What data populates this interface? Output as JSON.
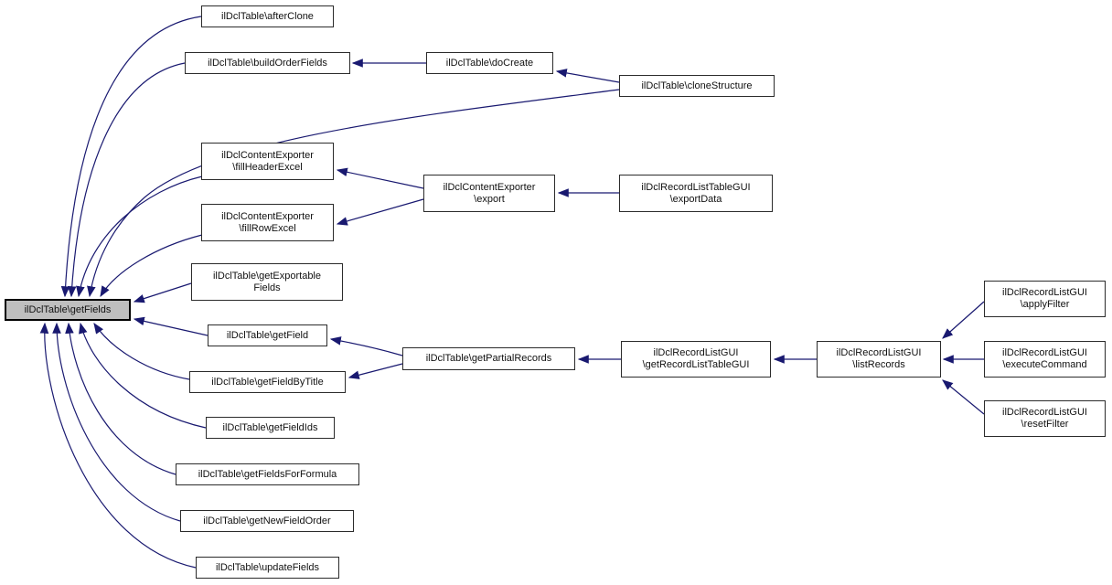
{
  "diagram": {
    "type": "caller-graph",
    "focus_function": "ilDclTable\\getFields",
    "colors": {
      "edge": "#191970",
      "node_fill": "#ffffff",
      "node_border": "#2b2b2b",
      "highlight_fill": "#bfbfbf",
      "text": "#111111",
      "background": "#ffffff"
    },
    "nodes": {
      "afterClone": {
        "lines": [
          "ilDclTable\\afterClone"
        ]
      },
      "buildOrderFields": {
        "lines": [
          "ilDclTable\\buildOrderFields"
        ]
      },
      "doCreate": {
        "lines": [
          "ilDclTable\\doCreate"
        ]
      },
      "cloneStructure": {
        "lines": [
          "ilDclTable\\cloneStructure"
        ]
      },
      "fillHeaderExcel": {
        "lines": [
          "ilDclContentExporter",
          "\\fillHeaderExcel"
        ]
      },
      "fillRowExcel": {
        "lines": [
          "ilDclContentExporter",
          "\\fillRowExcel"
        ]
      },
      "export": {
        "lines": [
          "ilDclContentExporter",
          "\\export"
        ]
      },
      "exportData": {
        "lines": [
          "ilDclRecordListTableGUI",
          "\\exportData"
        ]
      },
      "getExportableFields": {
        "lines": [
          "ilDclTable\\getExportable",
          "Fields"
        ]
      },
      "getFields": {
        "lines": [
          "ilDclTable\\getFields"
        ],
        "highlighted": true
      },
      "getField": {
        "lines": [
          "ilDclTable\\getField"
        ]
      },
      "getPartialRecords": {
        "lines": [
          "ilDclTable\\getPartialRecords"
        ]
      },
      "getRecordListTableGUI": {
        "lines": [
          "ilDclRecordListGUI",
          "\\getRecordListTableGUI"
        ]
      },
      "listRecords": {
        "lines": [
          "ilDclRecordListGUI",
          "\\listRecords"
        ]
      },
      "applyFilter": {
        "lines": [
          "ilDclRecordListGUI",
          "\\applyFilter"
        ]
      },
      "executeCommand": {
        "lines": [
          "ilDclRecordListGUI",
          "\\executeCommand"
        ]
      },
      "resetFilter": {
        "lines": [
          "ilDclRecordListGUI",
          "\\resetFilter"
        ]
      },
      "getFieldByTitle": {
        "lines": [
          "ilDclTable\\getFieldByTitle"
        ]
      },
      "getFieldIds": {
        "lines": [
          "ilDclTable\\getFieldIds"
        ]
      },
      "getFieldsForFormula": {
        "lines": [
          "ilDclTable\\getFieldsForFormula"
        ]
      },
      "getNewFieldOrder": {
        "lines": [
          "ilDclTable\\getNewFieldOrder"
        ]
      },
      "updateFields": {
        "lines": [
          "ilDclTable\\updateFields"
        ]
      }
    },
    "edges": [
      {
        "from": "afterClone",
        "to": "getFields"
      },
      {
        "from": "buildOrderFields",
        "to": "getFields"
      },
      {
        "from": "doCreate",
        "to": "buildOrderFields"
      },
      {
        "from": "cloneStructure",
        "to": "doCreate"
      },
      {
        "from": "cloneStructure",
        "to": "getFields"
      },
      {
        "from": "fillHeaderExcel",
        "to": "getFields"
      },
      {
        "from": "fillRowExcel",
        "to": "getFields"
      },
      {
        "from": "export",
        "to": "fillHeaderExcel"
      },
      {
        "from": "export",
        "to": "fillRowExcel"
      },
      {
        "from": "exportData",
        "to": "export"
      },
      {
        "from": "getExportableFields",
        "to": "getFields"
      },
      {
        "from": "getField",
        "to": "getFields"
      },
      {
        "from": "getFieldByTitle",
        "to": "getFields"
      },
      {
        "from": "getFieldIds",
        "to": "getFields"
      },
      {
        "from": "getFieldsForFormula",
        "to": "getFields"
      },
      {
        "from": "getNewFieldOrder",
        "to": "getFields"
      },
      {
        "from": "updateFields",
        "to": "getFields"
      },
      {
        "from": "getPartialRecords",
        "to": "getField"
      },
      {
        "from": "getPartialRecords",
        "to": "getFieldByTitle"
      },
      {
        "from": "getRecordListTableGUI",
        "to": "getPartialRecords"
      },
      {
        "from": "listRecords",
        "to": "getRecordListTableGUI"
      },
      {
        "from": "applyFilter",
        "to": "listRecords"
      },
      {
        "from": "executeCommand",
        "to": "listRecords"
      },
      {
        "from": "resetFilter",
        "to": "listRecords"
      }
    ]
  }
}
